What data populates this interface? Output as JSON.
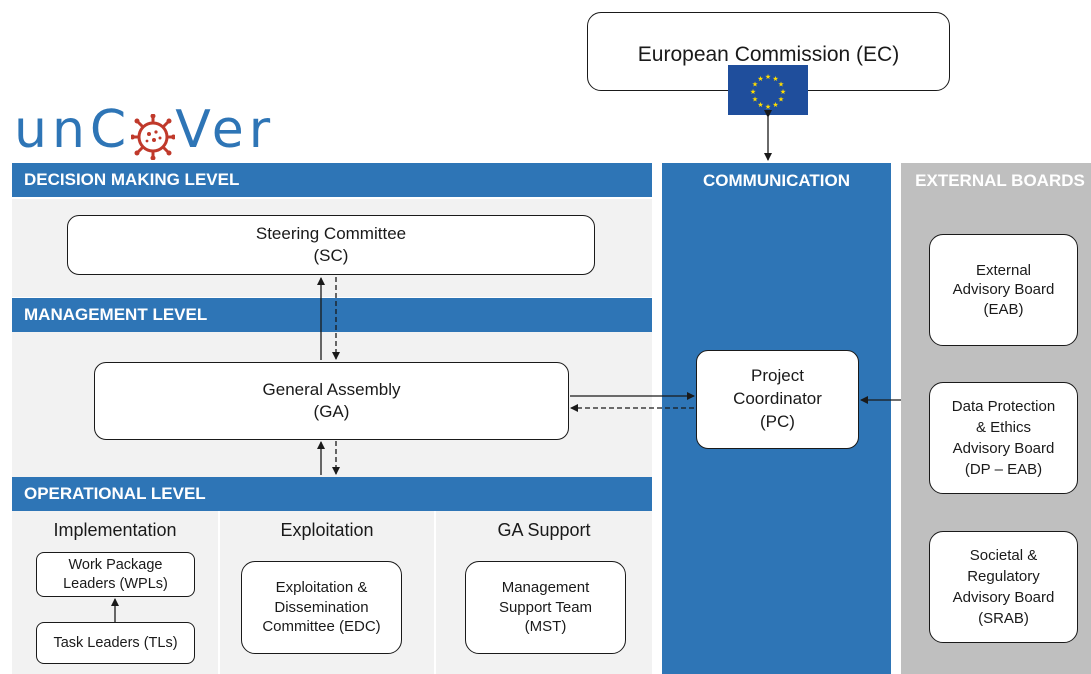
{
  "logo": {
    "text_before": "unC",
    "text_after": "Ver"
  },
  "ec": {
    "label": "European Commission (EC)"
  },
  "bands": {
    "decision": "DECISION MAKING LEVEL",
    "management": "MANAGEMENT LEVEL",
    "operational": "OPERATIONAL LEVEL",
    "communication": "COMMUNICATION",
    "external": "EXTERNAL BOARDS"
  },
  "boxes": {
    "sc": "Steering Committee\n(SC)",
    "ga": "General Assembly\n(GA)",
    "pc": "Project\nCoordinator\n(PC)",
    "wpl": "Work Package\nLeaders (WPLs)",
    "tl": "Task Leaders (TLs)",
    "edc": "Exploitation &\nDissemination\nCommittee (EDC)",
    "mst": "Management\nSupport Team\n(MST)",
    "eab": "External\nAdvisory Board\n(EAB)",
    "dpeab": "Data Protection\n& Ethics\nAdvisory Board\n(DP – EAB)",
    "srab": "Societal &\nRegulatory\nAdvisory Board\n(SRAB)"
  },
  "operational_columns": {
    "implementation": "Implementation",
    "exploitation": "Exploitation",
    "ga_support": "GA Support"
  },
  "colors": {
    "accent_blue": "#2e75b6",
    "panel_gray": "#f2f2f2",
    "external_gray": "#bfbfbf",
    "eu_blue": "#1f4e9c",
    "eu_star": "#ffdd00",
    "virus_red": "#c0392b"
  }
}
